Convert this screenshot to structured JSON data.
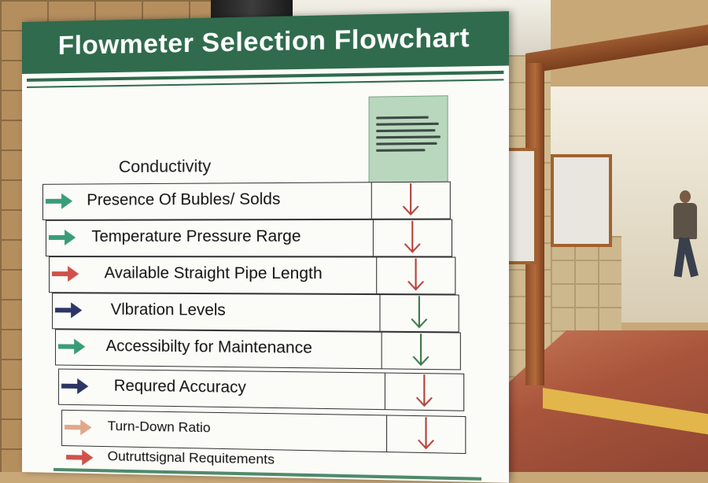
{
  "sign": {
    "title": "Flowmeter Selection Flowchart",
    "subtitle": "Conductivity",
    "rows": [
      {
        "label": "Presence Of Bubles/ Solds",
        "arrow_color": "#3a9c78",
        "down_arrow_color": "#b5453c"
      },
      {
        "label": "Temperature Pressure Rarge",
        "arrow_color": "#3a9c78",
        "down_arrow_color": "#b5453c"
      },
      {
        "label": "Available Straight Pipe Length",
        "arrow_color": "#d0524a",
        "down_arrow_color": "#b5453c"
      },
      {
        "label": "Vlbration Levels",
        "arrow_color": "#2d3566",
        "down_arrow_color": "#3e7a4a"
      },
      {
        "label": "Accessibilty for Maintenance",
        "arrow_color": "#3a9c78",
        "down_arrow_color": "#3e7a4a"
      },
      {
        "label": "Requred Accuracy",
        "arrow_color": "#2d3566",
        "down_arrow_color": "#b5453c"
      },
      {
        "label": "Turn-Down Ratio",
        "arrow_color": "#e0a88a",
        "down_arrow_color": "#b5453c"
      },
      {
        "label": "Outruttsignal Requitements",
        "arrow_color": "#d0524a",
        "down_arrow_color": ""
      }
    ],
    "header_color": "#2f6b4c",
    "legend_color": "#b9d7bd"
  }
}
